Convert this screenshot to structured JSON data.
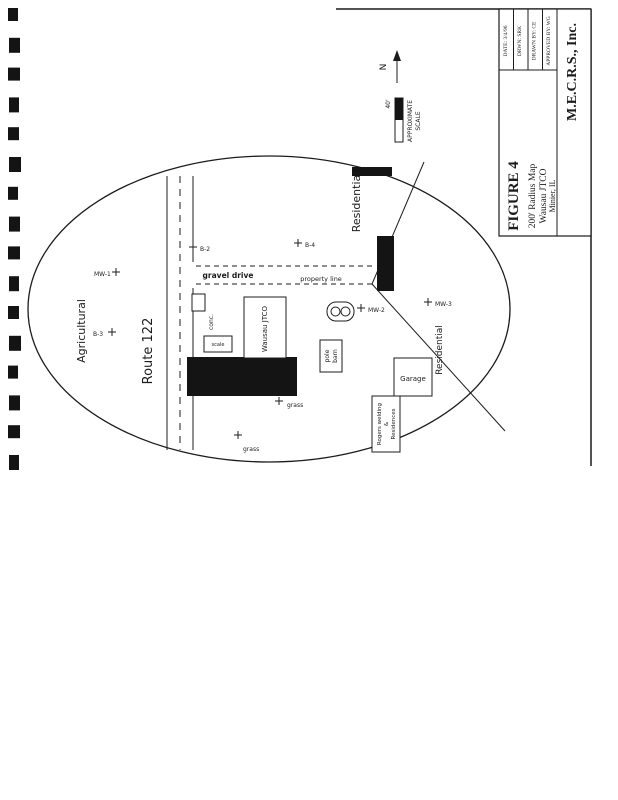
{
  "page": {
    "ink": "#1c1c1c",
    "paper": "#ffffff"
  },
  "title_block": {
    "figure_no": "FIGURE 4",
    "subtitle": "200' Radius Map",
    "site": "Wausau JTCO",
    "location": "Minier, IL",
    "company": "M.E.C.R.S., Inc.",
    "cells": [
      {
        "label": "DATE: 3/4/96"
      },
      {
        "label": "DRWN: SRK"
      },
      {
        "label": "DRAWN BY: CE"
      },
      {
        "label": "APPROVED BY: WG"
      }
    ]
  },
  "compass": {
    "north": "N"
  },
  "scale_bar": {
    "word1": "APPROXIMATE",
    "word2": "SCALE",
    "tick": "40'"
  },
  "map": {
    "zone_agricultural": "Agricultural",
    "road_name": "Route 122",
    "zone_residential_north": "Residential",
    "zone_residential_east": "Residential",
    "gravel_drive": "gravel drive",
    "property_line": "property line",
    "facility_name": "Wausau JTCO",
    "pole_barn_line1": "pole",
    "pole_barn_line2": "barn",
    "garage": "Garage",
    "rogers_line1": "Rogers welding",
    "rogers_line2": "&",
    "rogers_line3": "Residences",
    "grass_a": "grass",
    "grass_b": "grass",
    "conc": "conc.",
    "scale_house": "scale"
  },
  "markers": [
    {
      "label": "MW-1"
    },
    {
      "label": "B-3"
    },
    {
      "label": "B-2"
    },
    {
      "label": "B-4"
    },
    {
      "label": "MW-2"
    },
    {
      "label": "MW-3"
    }
  ]
}
